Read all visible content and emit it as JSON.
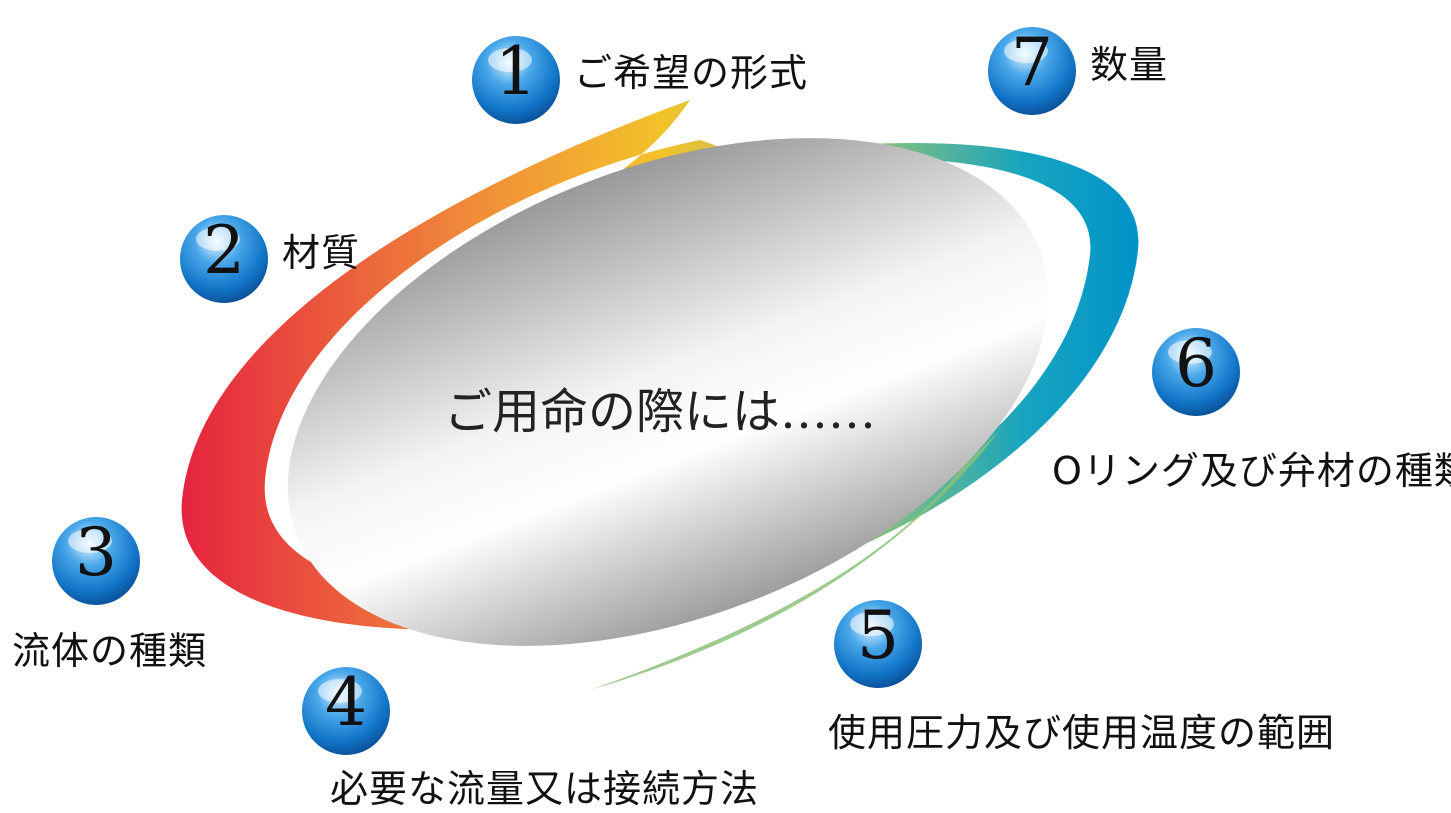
{
  "center": {
    "text": "ご用命の際には……"
  },
  "steps": [
    {
      "number": "1",
      "label": "ご希望の形式"
    },
    {
      "number": "2",
      "label": "材質"
    },
    {
      "number": "3",
      "label": "流体の種類"
    },
    {
      "number": "4",
      "label": "必要な流量又は接続方法"
    },
    {
      "number": "5",
      "label": "使用圧力及び使用温度の範囲"
    },
    {
      "number": "6",
      "label": "Oリング及び弁材の種類"
    },
    {
      "number": "7",
      "label": "数量"
    }
  ],
  "colors": {
    "ring_red": "#e5233f",
    "ring_orange": "#f08a3a",
    "ring_yellow": "#f3c22a",
    "ring_green": "#8cc27a",
    "ring_teal": "#17a4c0",
    "ring_blue": "#0093c9",
    "ball_blue": "#1276c8",
    "center_gray": "#8a8a8a"
  }
}
